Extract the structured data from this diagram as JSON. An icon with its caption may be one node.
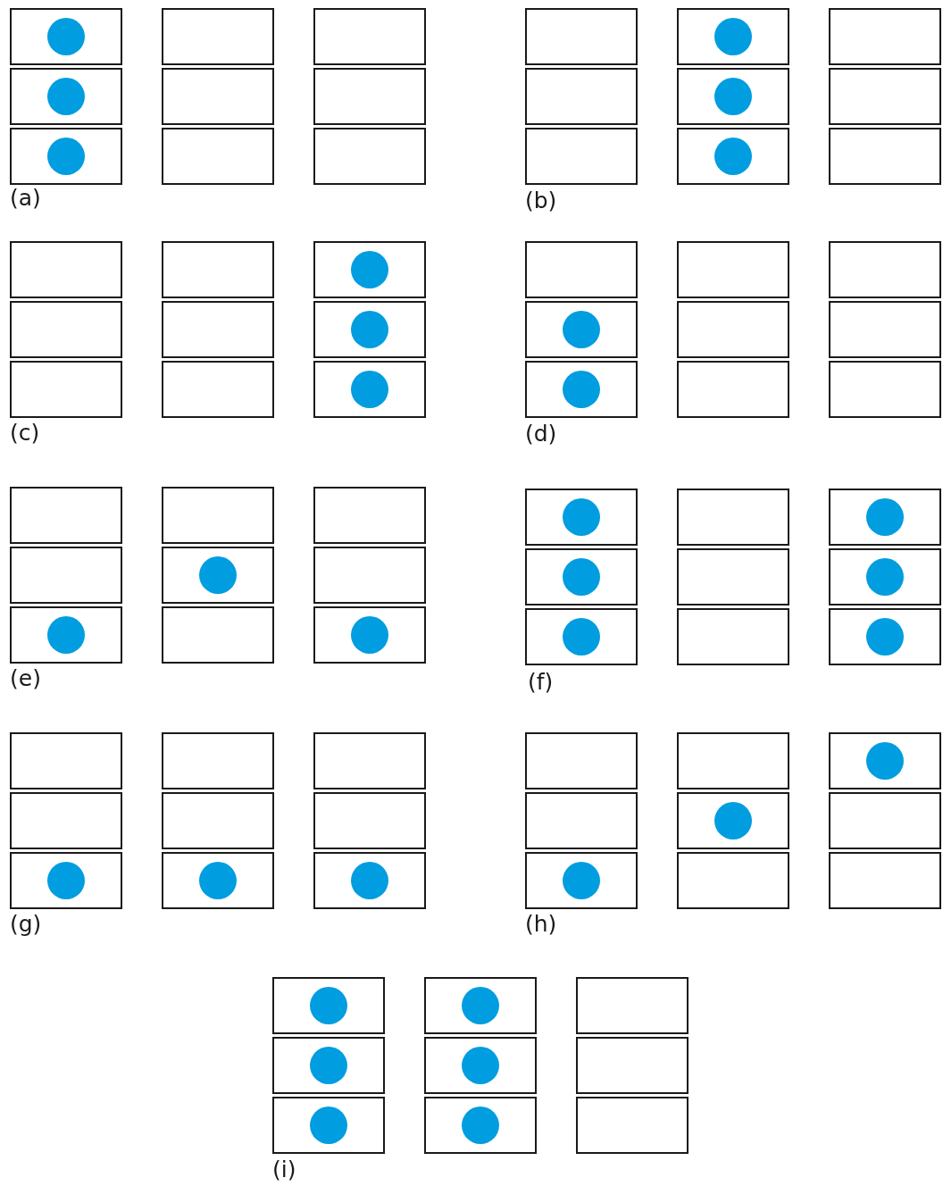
{
  "diagram": {
    "nodes": [
      {
        "text": [],
        "shape": "box"
      },
      {
        "text": [],
        "shape": "circle",
        "in": 0
      },
      {
        "text": [],
        "shape": "box"
      },
      {
        "text": [],
        "shape": "circle",
        "in": 2
      },
      {
        "text": [],
        "shape": "box"
      },
      {
        "text": [],
        "shape": "circle",
        "in": 4
      },
      {
        "text": [],
        "shape": "box"
      },
      {
        "text": [],
        "shape": "box"
      },
      {
        "text": [],
        "shape": "box"
      },
      {
        "text": [],
        "shape": "box"
      },
      {
        "text": [],
        "shape": "box"
      },
      {
        "text": [],
        "shape": "box"
      },
      {
        "text": [],
        "shape": "box"
      },
      {
        "text": [],
        "shape": "box"
      },
      {
        "text": [],
        "shape": "box"
      },
      {
        "text": [],
        "shape": "box"
      },
      {
        "text": [],
        "shape": "circle",
        "in": 15
      },
      {
        "text": [],
        "shape": "box"
      },
      {
        "text": [],
        "shape": "circle",
        "in": 17
      },
      {
        "text": [],
        "shape": "box"
      },
      {
        "text": [],
        "shape": "circle",
        "in": 19
      },
      {
        "text": [],
        "shape": "box"
      },
      {
        "text": [],
        "shape": "box"
      },
      {
        "text": [],
        "shape": "box"
      },
      {
        "text": [],
        "shape": "box"
      },
      {
        "text": [],
        "shape": "box"
      },
      {
        "text": [],
        "shape": "box"
      },
      {
        "text": [],
        "shape": "box"
      },
      {
        "text": [],
        "shape": "box"
      },
      {
        "text": [],
        "shape": "box"
      },
      {
        "text": [],
        "shape": "box"
      },
      {
        "text": [],
        "shape": "circle",
        "in": 30
      },
      {
        "text": [],
        "shape": "box"
      },
      {
        "text": [],
        "shape": "circle",
        "in": 32
      },
      {
        "text": [],
        "shape": "box"
      },
      {
        "text": [],
        "shape": "circle",
        "in": 34
      },
      {
        "text": [],
        "shape": "box"
      },
      {
        "text": [],
        "shape": "box"
      },
      {
        "text": [],
        "shape": "circle",
        "in": 37
      },
      {
        "text": [],
        "shape": "box"
      },
      {
        "text": [],
        "shape": "circle",
        "in": 39
      },
      {
        "text": [],
        "shape": "box"
      },
      {
        "text": [],
        "shape": "box"
      },
      {
        "text": [],
        "shape": "box"
      },
      {
        "text": [],
        "shape": "box"
      },
      {
        "text": [],
        "shape": "box"
      },
      {
        "text": [],
        "shape": "box"
      },
      {
        "text": [],
        "shape": "box"
      },
      {
        "text": [],
        "shape": "box"
      },
      {
        "text": [],
        "shape": "box"
      },
      {
        "text": [],
        "shape": "circle",
        "in": 49
      },
      {
        "text": [],
        "shape": "box"
      },
      {
        "text": [],
        "shape": "box"
      },
      {
        "text": [],
        "shape": "circle",
        "in": 52
      },
      {
        "text": [],
        "shape": "box"
      },
      {
        "text": [],
        "shape": "box"
      },
      {
        "text": [],
        "shape": "box"
      },
      {
        "text": [],
        "shape": "box"
      },
      {
        "text": [],
        "shape": "circle",
        "in": 57
      },
      {
        "text": [],
        "shape": "box"
      },
      {
        "text": [],
        "shape": "circle",
        "in": 59
      },
      {
        "text": [],
        "shape": "box"
      },
      {
        "text": [],
        "shape": "circle",
        "in": 61
      },
      {
        "text": [],
        "shape": "box"
      },
      {
        "text": [],
        "shape": "circle",
        "in": 63
      },
      {
        "text": [],
        "shape": "box"
      },
      {
        "text": [],
        "shape": "box"
      },
      {
        "text": [],
        "shape": "box"
      },
      {
        "text": [],
        "shape": "box"
      },
      {
        "text": [],
        "shape": "circle",
        "in": 68
      },
      {
        "text": [],
        "shape": "box"
      },
      {
        "text": [],
        "shape": "circle",
        "in": 70
      },
      {
        "text": [],
        "shape": "box"
      },
      {
        "text": [],
        "shape": "circle",
        "in": 72
      },
      {
        "text": [],
        "shape": "box"
      },
      {
        "text": [],
        "shape": "box"
      },
      {
        "text": [],
        "shape": "box"
      },
      {
        "text": [],
        "shape": "circle",
        "in": 76
      },
      {
        "text": [],
        "shape": "box"
      },
      {
        "text": [],
        "shape": "box"
      },
      {
        "text": [],
        "shape": "box"
      },
      {
        "text": [],
        "shape": "circle",
        "in": 80
      },
      {
        "text": [],
        "shape": "box"
      },
      {
        "text": [],
        "shape": "box"
      },
      {
        "text": [],
        "shape": "box"
      },
      {
        "text": [],
        "shape": "circle",
        "in": 84
      },
      {
        "text": [],
        "shape": "box"
      },
      {
        "text": [],
        "shape": "box"
      },
      {
        "text": [],
        "shape": "box"
      },
      {
        "text": [],
        "shape": "circle",
        "in": 88
      },
      {
        "text": [],
        "shape": "box"
      },
      {
        "text": [],
        "shape": "box"
      },
      {
        "text": [],
        "shape": "circle",
        "in": 91
      },
      {
        "text": [],
        "shape": "box"
      },
      {
        "text": [],
        "shape": "box"
      },
      {
        "text": [],
        "shape": "circle",
        "in": 94
      },
      {
        "text": [],
        "shape": "box"
      },
      {
        "text": [],
        "shape": "box"
      },
      {
        "text": [],
        "shape": "box"
      },
      {
        "text": [],
        "shape": "circle",
        "in": 98
      },
      {
        "text": [],
        "shape": "box"
      },
      {
        "text": [],
        "shape": "circle",
        "in": 100
      },
      {
        "text": [],
        "shape": "box"
      },
      {
        "text": [],
        "shape": "circle",
        "in": 102
      },
      {
        "text": [],
        "shape": "box"
      },
      {
        "text": [],
        "shape": "circle",
        "in": 104
      },
      {
        "text": [],
        "shape": "box"
      },
      {
        "text": [],
        "shape": "circle",
        "in": 106
      },
      {
        "text": [],
        "shape": "box"
      },
      {
        "text": [],
        "shape": "circle",
        "in": 108
      },
      {
        "text": [],
        "shape": "box"
      },
      {
        "text": [],
        "shape": "box"
      },
      {
        "text": [],
        "shape": "box"
      }
    ],
    "labels": [
      "(a)",
      "(b)",
      "(c)",
      "(d)",
      "(e)",
      "(f)",
      "(g)",
      "(h)",
      "(i)"
    ]
  }
}
